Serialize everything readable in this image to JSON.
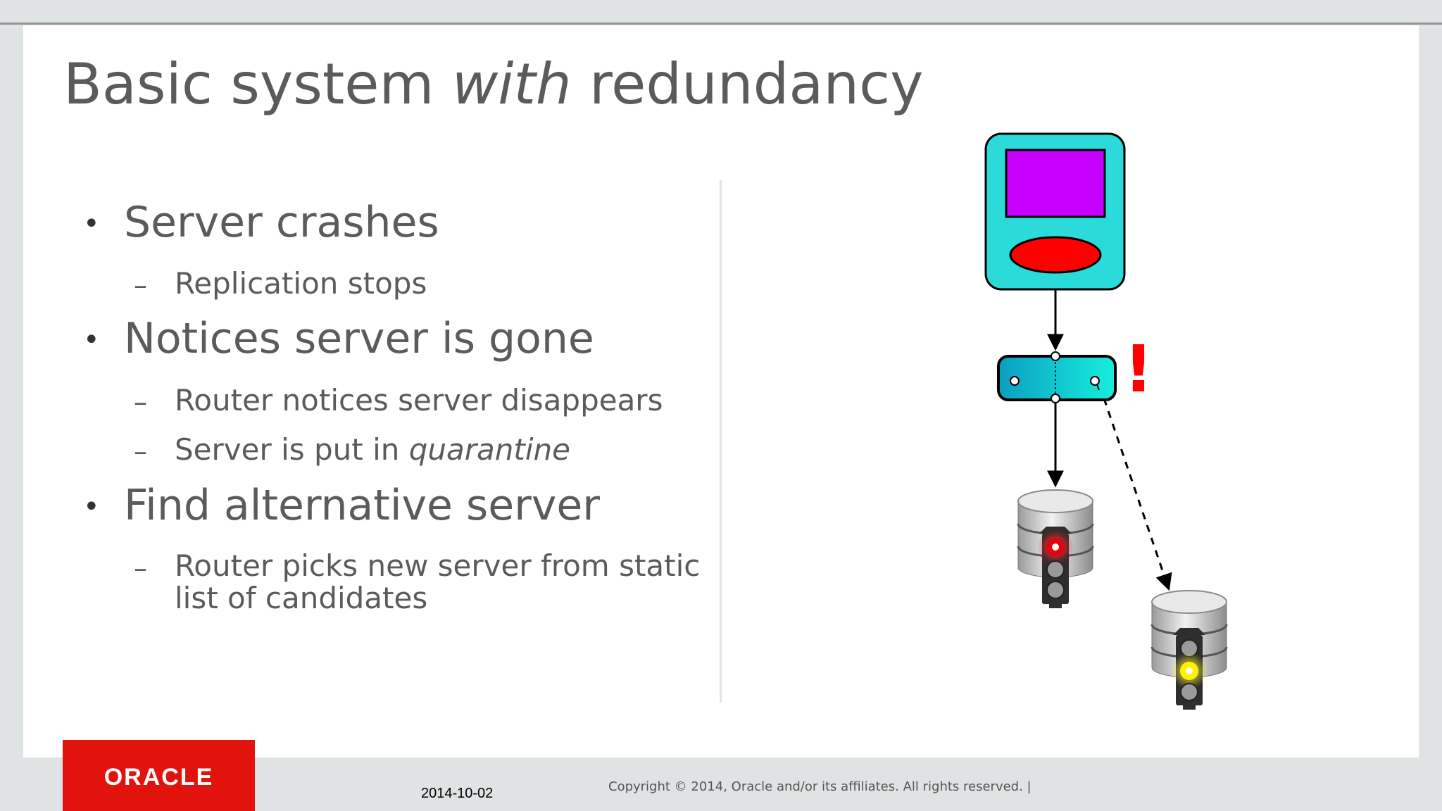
{
  "slide": {
    "title_prefix": "Basic system ",
    "title_emphasis": "with",
    "title_suffix": " redundancy"
  },
  "bullets": [
    {
      "text": "Server crashes",
      "subs": [
        {
          "text": "Replication stops"
        }
      ]
    },
    {
      "text": "Notices server is gone",
      "subs": [
        {
          "text": "Router notices server disappears"
        },
        {
          "text": "Server is put in ",
          "emphasis": "quarantine"
        }
      ]
    },
    {
      "text": "Find alternative server",
      "subs": [
        {
          "text": "Router picks new server from static",
          "line2": "list of candidates"
        }
      ]
    }
  ],
  "bullet_symbol": "•",
  "sub_symbol": "–",
  "diagram": {
    "alert_mark": "!",
    "icons": [
      "client-application-icon",
      "router-icon",
      "database-server-icon",
      "traffic-light-icon",
      "alert-icon"
    ],
    "colors": {
      "client_body": "#2adbd9",
      "client_screen": "#c800ff",
      "client_button": "#ff0000",
      "router": "#15b8c8",
      "alert": "#ff0000",
      "failed_light": "#e8000e",
      "standby_light": "#fff200"
    }
  },
  "footer": {
    "logo": "ORACLE",
    "date": "2014-10-02",
    "copyright": "Copyright © 2014, Oracle and/or its affiliates. All rights reserved.  |"
  }
}
